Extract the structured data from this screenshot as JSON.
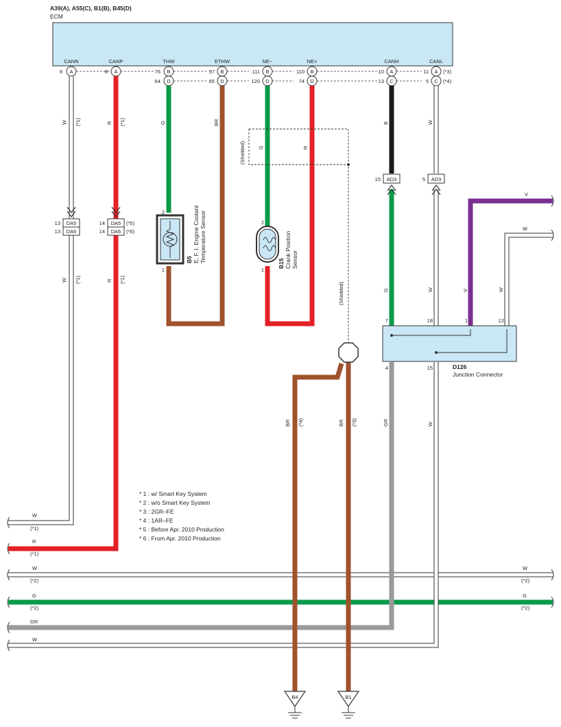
{
  "header": {
    "connectors": "A39(A), A55(C), B1(B), B45(D)",
    "ecm_name": "ECM"
  },
  "ecm_pins": [
    "CANN",
    "CANP",
    "THW",
    "ETHW",
    "NE−",
    "NE+",
    "CANH",
    "CANL"
  ],
  "ecm_terms": {
    "canN": "9",
    "canP": "8",
    "thwB": "76",
    "thwD": "64",
    "ethwB": "97",
    "ethwD": "65",
    "neMB": "111",
    "neMD": "120",
    "nePB": "110",
    "nePD": "74",
    "canHA": "10",
    "canHC": "13",
    "canLA": "11",
    "canLC": "5",
    "note3": "(*3)",
    "note4": "(*4)"
  },
  "conn": {
    "A": "A",
    "B": "B",
    "C": "C",
    "D": "D"
  },
  "wires": {
    "W": "W",
    "R": "R",
    "G": "G",
    "BR": "BR",
    "B": "B",
    "V": "V",
    "GR": "GR",
    "n1": "(*1)",
    "n2": "(*2)",
    "n3": "(*3)",
    "n4": "(*4)"
  },
  "shielded": "(Shielded)",
  "da": {
    "p13": "13",
    "p14": "14",
    "da5": "DA5",
    "da6": "DA6",
    "n5": "(*5)",
    "n6": "(*6)"
  },
  "ad3": {
    "p15": "15",
    "p5": "5",
    "label": "AD3"
  },
  "b5": {
    "code": "B5",
    "line1": "E. F. I.  Engine Coolant",
    "line2": "Temperature Sensor",
    "pin2": "2",
    "pin1": "1"
  },
  "b15": {
    "code": "B15",
    "line1": "Crank Position",
    "line2": "Sensor",
    "pin2": "2",
    "pin1": "1"
  },
  "d126": {
    "code": "D126",
    "name": "Junction Connector",
    "pins": [
      "7",
      "18",
      "1",
      "12",
      "4",
      "15"
    ]
  },
  "notes": [
    "* 1 : w/ Smart Key System",
    "* 2 : w/o Smart Key System",
    "* 3 : 2GR–FE",
    "* 4 : 1AR–FE",
    "* 5 : Before Apr.  2010 Production",
    "* 6 : From Apr.  2010 Production"
  ],
  "grounds": [
    "B4",
    "B1"
  ],
  "colors": {
    "red": "#e32227",
    "green": "#0b9a4a",
    "brown": "#a0522d",
    "black": "#1a1a1a",
    "purple": "#7b2f91",
    "gray": "#9a9a9a",
    "ecm_fill": "#c9e7f4",
    "junction_fill": "#c9e7f4"
  }
}
